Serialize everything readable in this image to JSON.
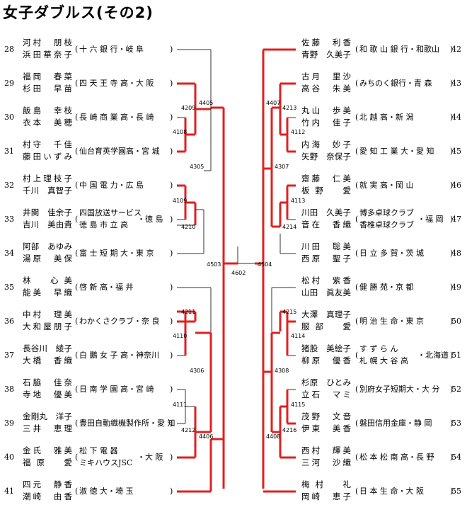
{
  "title": "女子ダブルス(その2)",
  "left_entries": [
    {
      "no": "28",
      "names": [
        "河村　朋枝",
        "浜田華奈子"
      ],
      "aff": "十 六 銀 行・岐 阜"
    },
    {
      "no": "29",
      "names": [
        "福岡　春菜",
        "杉田　早苗"
      ],
      "aff": "四 天 王 寺 高・大 阪"
    },
    {
      "no": "30",
      "names": [
        "飯島　幸枝",
        "衣本　美穂"
      ],
      "aff": "長 崎 商 業 高・長 崎"
    },
    {
      "no": "31",
      "names": [
        "村守　千佳",
        "藤田いずみ"
      ],
      "aff": "仙台育英学園高・宮 城"
    },
    {
      "no": "32",
      "names": [
        "村上理枝子",
        "千川　真智子"
      ],
      "aff": "中 国 電 力・広 島"
    },
    {
      "no": "33",
      "names": [
        "井関　佳余子",
        "吉川　美由貴"
      ],
      "aff_lines": [
        "四国放送サービス",
        "徳 島 市 立 高"
      ],
      "aff_pref": "・徳 島"
    },
    {
      "no": "34",
      "names": [
        "阿部　あゆみ",
        "湯原　美保"
      ],
      "aff": "富 士 短 期 大・東 京"
    },
    {
      "no": "35",
      "names": [
        "林　心美",
        "能美　早織"
      ],
      "aff": "啓 新 高・福 井"
    },
    {
      "no": "36",
      "names": [
        "中村　理美",
        "大和屋朋子"
      ],
      "aff": "わかくさクラブ・奈 良"
    },
    {
      "no": "37",
      "names": [
        "長谷川　綾子",
        "大橋　香織"
      ],
      "aff": "白 鵬 女 子 高・神奈川"
    },
    {
      "no": "38",
      "names": [
        "石脇　佳奈",
        "寺地　優美"
      ],
      "aff": "日 南 学 園 高・宮 崎"
    },
    {
      "no": "39",
      "names": [
        "金剛丸　洋子",
        "三井　恵理"
      ],
      "aff": "豊田自動織機製作所・愛 知"
    },
    {
      "no": "40",
      "names": [
        "金氏　雅美",
        "福原　愛"
      ],
      "aff_lines": [
        "松 下 電 器",
        "ミキハウスJSC"
      ],
      "aff_pref": "・大 阪"
    },
    {
      "no": "41",
      "names": [
        "四元　静香",
        "潮崎　由香"
      ],
      "aff": "淑 徳 大・埼 玉"
    }
  ],
  "right_entries": [
    {
      "no": "42",
      "names": [
        "佐藤　利香",
        "青野　久美子"
      ],
      "aff": "和 歌 山 銀 行・和歌山"
    },
    {
      "no": "43",
      "names": [
        "古月　里沙",
        "高谷　朱美"
      ],
      "aff": "みちのく銀行・青 森"
    },
    {
      "no": "44",
      "names": [
        "丸山　歩美",
        "竹内　佳子"
      ],
      "aff": "北 越 高・新 潟"
    },
    {
      "no": "45",
      "names": [
        "内海　妙子",
        "矢野　奈保子"
      ],
      "aff": "愛 知 工 業 大・愛 知"
    },
    {
      "no": "46",
      "names": [
        "齋藤　仁美",
        "板野　愛"
      ],
      "aff": "就 実 高・岡 山"
    },
    {
      "no": "47",
      "names": [
        "川田　久美子",
        "音在　香織"
      ],
      "aff_lines": [
        "博多卓球クラブ",
        "香椎卓球クラブ"
      ],
      "aff_pref": "・福 岡"
    },
    {
      "no": "48",
      "names": [
        "川田　聡美",
        "西原　聖子"
      ],
      "aff": "日 立 多 賀・茨 城"
    },
    {
      "no": "49",
      "names": [
        "松村　紫香",
        "山田　眞友美"
      ],
      "aff": "健 勝 苑・京 都"
    },
    {
      "no": "50",
      "names": [
        "大澤　真理子",
        "服部　愛"
      ],
      "aff": "明 治 生 命・東 京"
    },
    {
      "no": "51",
      "names": [
        "猪股　美絵子",
        "柳原　優香"
      ],
      "aff_lines": [
        "す ず ら ん",
        "札 幌 大 谷 高"
      ],
      "aff_pref": "・北海道"
    },
    {
      "no": "52",
      "names": [
        "杉原　ひとみ",
        "立石　マミ"
      ],
      "aff": "別府女子短期大・大 分"
    },
    {
      "no": "53",
      "names": [
        "茂野　文音",
        "伊東　美香"
      ],
      "aff": "磐田信用金庫・静 岡"
    },
    {
      "no": "54",
      "names": [
        "西村　輝美",
        "三河　沙織"
      ],
      "aff": "松 本 松 南 高・長 野"
    },
    {
      "no": "55",
      "names": [
        "梅村　礼",
        "岡崎　恵子"
      ],
      "aff": "日 本 生 命・大 阪"
    }
  ],
  "match_codes": {
    "l4209": "4209",
    "l4108": "4108",
    "l4405": "4405",
    "l4305": "4305",
    "l4109": "4109",
    "l4210": "4210",
    "l4503": "4503",
    "l4211": "4211",
    "l4110": "4110",
    "l4306": "4306",
    "l4111": "4111",
    "l4212": "4212",
    "l4406": "4406",
    "c4602": "4602",
    "r4504": "4504",
    "r4407": "4407",
    "r4213": "4213",
    "r4112": "4112",
    "r4307": "4307",
    "r4113": "4113",
    "r4214": "4214",
    "r4215": "4215",
    "r4114": "4114",
    "r4308": "4308",
    "r4115": "4115",
    "r4216": "4216",
    "r4408": "4408"
  },
  "colors": {
    "winner_line": "#e02020",
    "line": "#333333"
  }
}
